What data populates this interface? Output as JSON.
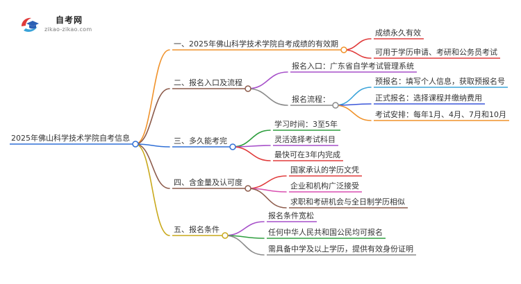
{
  "brand": {
    "name": "自考网",
    "url": "zikao-zikao.com"
  },
  "mindmap": {
    "root": "2025年佛山科学技术学院自考信息",
    "branches": [
      {
        "label": "一、2025年佛山科学技术学院自考成绩的有效期",
        "color": "#f0922a",
        "children": [
          {
            "label": "成绩永久有效",
            "color": "#e03a3a",
            "children": []
          },
          {
            "label": "可用于学历申请、考研和公务员考试",
            "color": "#e03a3a",
            "children": []
          }
        ]
      },
      {
        "label": "二、报名入口及流程",
        "color": "#8c5a4a",
        "children": [
          {
            "label": "报名入口：广东省自学考试管理系统",
            "color": "#a64fc9",
            "children": []
          },
          {
            "label": "报名流程：",
            "color": "#8a8a8a",
            "children": [
              {
                "label": "预报名：填写个人信息，获取预报名号",
                "color": "#3aa3d9"
              },
              {
                "label": "正式报名：选择课程并缴纳费用",
                "color": "#3a56d9"
              },
              {
                "label": "考试安排：每年1月、4月、7月和10月",
                "color": "#f0922a"
              }
            ]
          }
        ]
      },
      {
        "label": "三、多久能考完",
        "color": "#2f6fd6",
        "children": [
          {
            "label": "学习时间：3至5年",
            "color": "#2e9e3e",
            "children": []
          },
          {
            "label": "灵活选择考试科目",
            "color": "#a64fc9",
            "children": []
          },
          {
            "label": "最快可在3年内完成",
            "color": "#e03a3a",
            "children": []
          }
        ]
      },
      {
        "label": "四、含金量及认可度",
        "color": "#8c5a4a",
        "children": [
          {
            "label": "国家承认的学历文凭",
            "color": "#e03a3a",
            "children": []
          },
          {
            "label": "企业和机构广泛接受",
            "color": "#d94fb0",
            "children": []
          },
          {
            "label": "求职和考研机会与全日制学历相似",
            "color": "#8c5a4a",
            "children": []
          }
        ]
      },
      {
        "label": "五、报名条件",
        "color": "#c9a91c",
        "children": [
          {
            "label": "报名条件宽松",
            "color": "#a64fc9",
            "children": []
          },
          {
            "label": "任何中华人民共和国公民均可报名",
            "color": "#2e9e3e",
            "children": []
          },
          {
            "label": "需具备中学及以上学历，提供有效身份证明",
            "color": "#8a8a8a",
            "children": []
          }
        ]
      }
    ]
  }
}
